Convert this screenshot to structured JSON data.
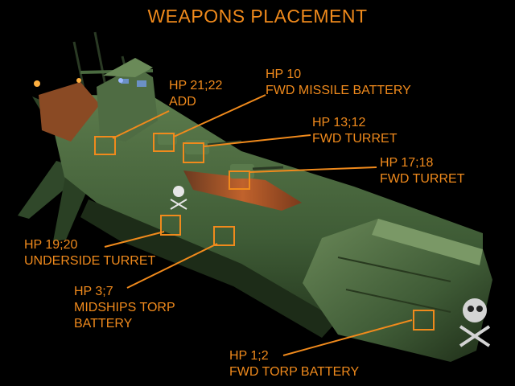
{
  "title": "WEAPONS PLACEMENT",
  "colors": {
    "accent": "#f08a1c",
    "background": "#000000",
    "hull": "#3d5a34",
    "deck": "#b0572a"
  },
  "hardpoints": [
    {
      "id": "hp-21-22",
      "lines": [
        "HP 21;22",
        "ADD"
      ]
    },
    {
      "id": "hp-10",
      "lines": [
        "HP 10",
        "FWD MISSILE BATTERY"
      ]
    },
    {
      "id": "hp-13-12",
      "lines": [
        "HP 13;12",
        "FWD TURRET"
      ]
    },
    {
      "id": "hp-17-18",
      "lines": [
        "HP 17;18",
        "FWD TURRET"
      ]
    },
    {
      "id": "hp-19-20",
      "lines": [
        "HP 19;20",
        "UNDERSIDE TURRET"
      ]
    },
    {
      "id": "hp-3-7",
      "lines": [
        "HP 3;7",
        "MIDSHIPS TORP",
        "BATTERY"
      ]
    },
    {
      "id": "hp-1-2",
      "lines": [
        "HP 1;2",
        "FWD TORP BATTERY"
      ]
    }
  ]
}
